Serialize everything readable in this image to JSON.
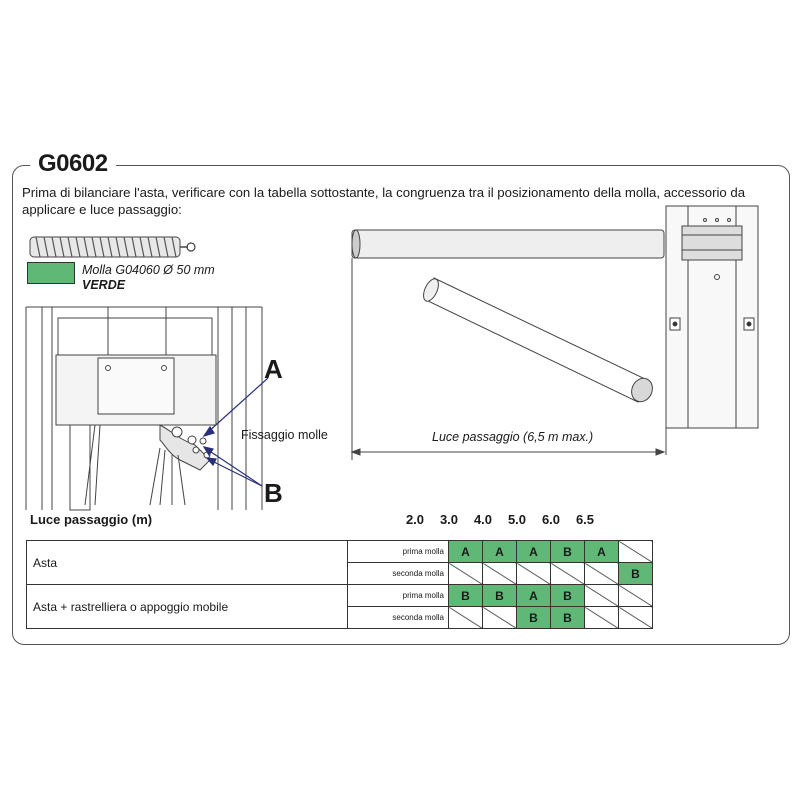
{
  "header": {
    "code": "G0602"
  },
  "intro": "Prima di bilanciare l'asta, verificare con la tabella sottostante, la congruenza tra il posizionamento della molla, accessorio da applicare e luce passaggio:",
  "legend": {
    "line1": "Molla G04060  Ø 50 mm",
    "line2": "VERDE",
    "color": "#5fb876"
  },
  "diagram": {
    "label_a": "A",
    "label_b": "B",
    "fissaggio": "Fissaggio molle",
    "luce": "Luce passaggio (6,5 m max.)"
  },
  "table": {
    "title": "Luce passaggio (m)",
    "columns": [
      "2.0",
      "3.0",
      "4.0",
      "5.0",
      "6.0",
      "6.5"
    ],
    "rows": [
      {
        "label": "Asta",
        "sub": [
          {
            "name": "prima molla",
            "cells": [
              "A",
              "A",
              "A",
              "B",
              "A",
              ""
            ]
          },
          {
            "name": "seconda molla",
            "cells": [
              "",
              "",
              "",
              "",
              "",
              "B"
            ]
          }
        ]
      },
      {
        "label": "Asta + rastrelliera o appoggio mobile",
        "sub": [
          {
            "name": "prima molla",
            "cells": [
              "B",
              "B",
              "A",
              "B",
              "",
              ""
            ]
          },
          {
            "name": "seconda molla",
            "cells": [
              "",
              "",
              "B",
              "B",
              "",
              ""
            ]
          }
        ]
      }
    ]
  }
}
